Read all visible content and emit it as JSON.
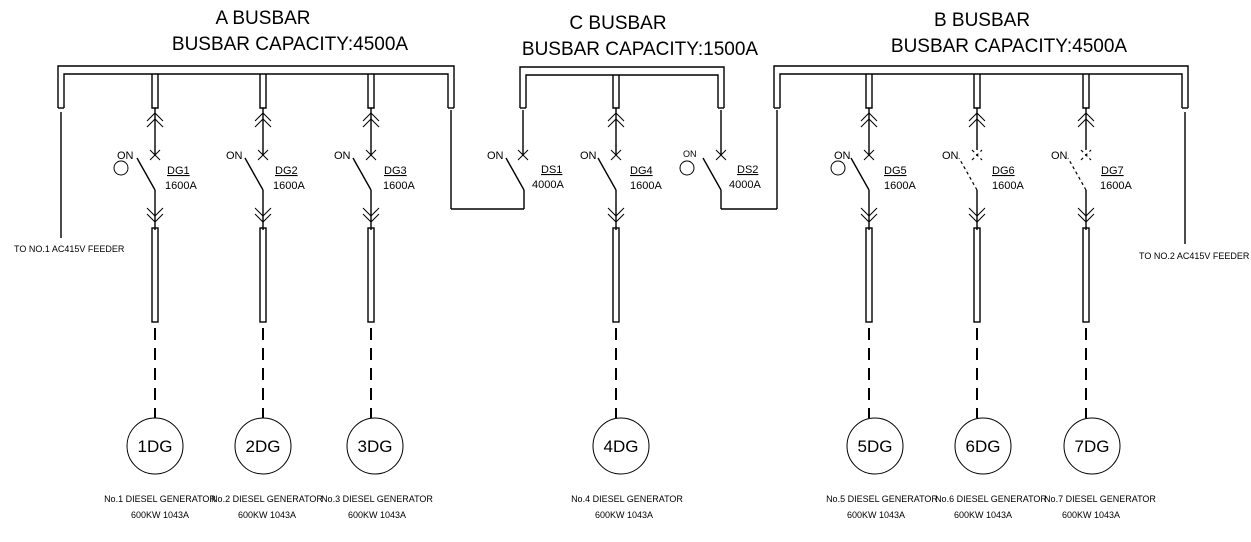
{
  "busbars": {
    "a": {
      "name": "A BUSBAR",
      "capacity": "BUSBAR CAPACITY:4500A"
    },
    "c": {
      "name": "C BUSBAR",
      "capacity": "BUSBAR CAPACITY:1500A"
    },
    "b": {
      "name": "B BUSBAR",
      "capacity": "BUSBAR CAPACITY:4500A"
    }
  },
  "feeders": {
    "left": "TO NO.1 AC415V FEEDER",
    "right": "TO NO.2 AC415V FEEDER"
  },
  "on_label": "ON",
  "breakers": {
    "dg1": {
      "id": "DG1",
      "rating": "1600A"
    },
    "dg2": {
      "id": "DG2",
      "rating": "1600A"
    },
    "dg3": {
      "id": "DG3",
      "rating": "1600A"
    },
    "dg4": {
      "id": "DG4",
      "rating": "1600A"
    },
    "dg5": {
      "id": "DG5",
      "rating": "1600A"
    },
    "dg6": {
      "id": "DG6",
      "rating": "1600A"
    },
    "dg7": {
      "id": "DG7",
      "rating": "1600A"
    },
    "ds1": {
      "id": "DS1",
      "rating": "4000A"
    },
    "ds2": {
      "id": "DS2",
      "rating": "4000A"
    }
  },
  "generators": {
    "g1": {
      "label": "1DG",
      "name": "No.1 DIESEL GENERATOR",
      "spec": "600KW 1043A"
    },
    "g2": {
      "label": "2DG",
      "name": "No.2 DIESEL GENERATOR",
      "spec": "600KW 1043A"
    },
    "g3": {
      "label": "3DG",
      "name": "No.3 DIESEL GENERATOR",
      "spec": "600KW 1043A"
    },
    "g4": {
      "label": "4DG",
      "name": "No.4 DIESEL GENERATOR",
      "spec": "600KW 1043A"
    },
    "g5": {
      "label": "5DG",
      "name": "No.5 DIESEL GENERATOR",
      "spec": "600KW 1043A"
    },
    "g6": {
      "label": "6DG",
      "name": "No.6 DIESEL GENERATOR",
      "spec": "600KW 1043A"
    },
    "g7": {
      "label": "7DG",
      "name": "No.7 DIESEL GENERATOR",
      "spec": "600KW 1043A"
    }
  }
}
